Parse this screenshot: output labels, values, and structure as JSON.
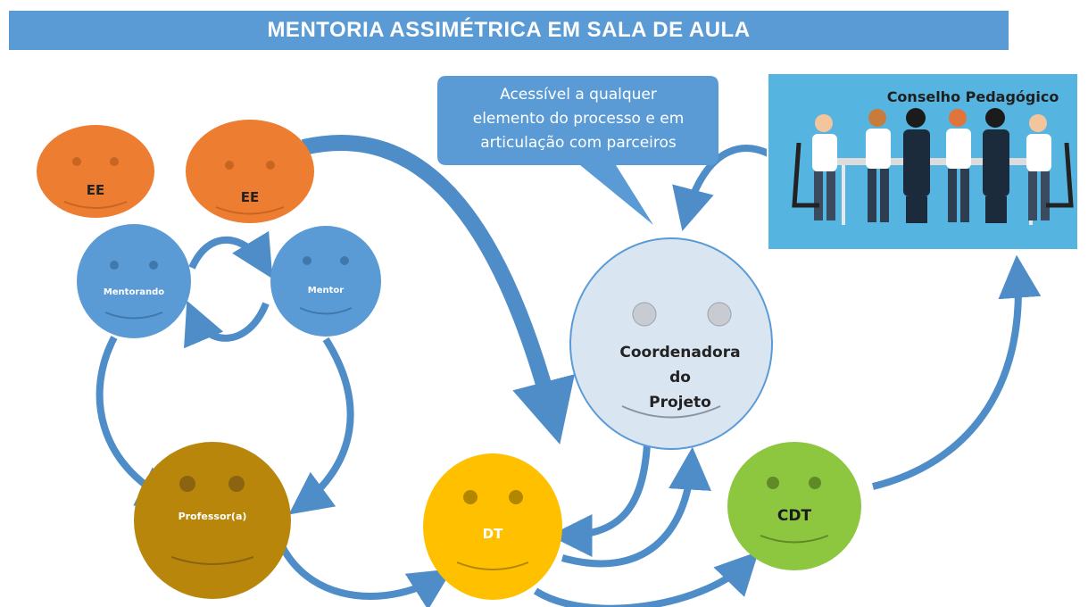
{
  "title": "MENTORIA ASSIMÉTRICA EM SALA DE AULA",
  "callout": {
    "lines": [
      "Acessível a qualquer",
      "elemento do processo e em",
      "articulação com parceiros"
    ]
  },
  "council": {
    "label": "Conselho Pedagógico"
  },
  "nodes": {
    "ee1": "EE",
    "ee2": "EE",
    "mentorando": "Mentorando",
    "mentor": "Mentor",
    "coordenadora_l1": "Coordenadora",
    "coordenadora_l2": "do",
    "coordenadora_l3": "Projeto",
    "professor": "Professor(a)",
    "dt": "DT",
    "cdt": "CDT"
  },
  "colors": {
    "orange": "#ed7d31",
    "blue": "#5b9bd5",
    "light": "#dae5f2",
    "brown": "#b8860b",
    "yellow": "#ffc000",
    "green": "#8dc63f",
    "arrow": "#4f8dc9",
    "council_bg": "#56b4e0"
  }
}
